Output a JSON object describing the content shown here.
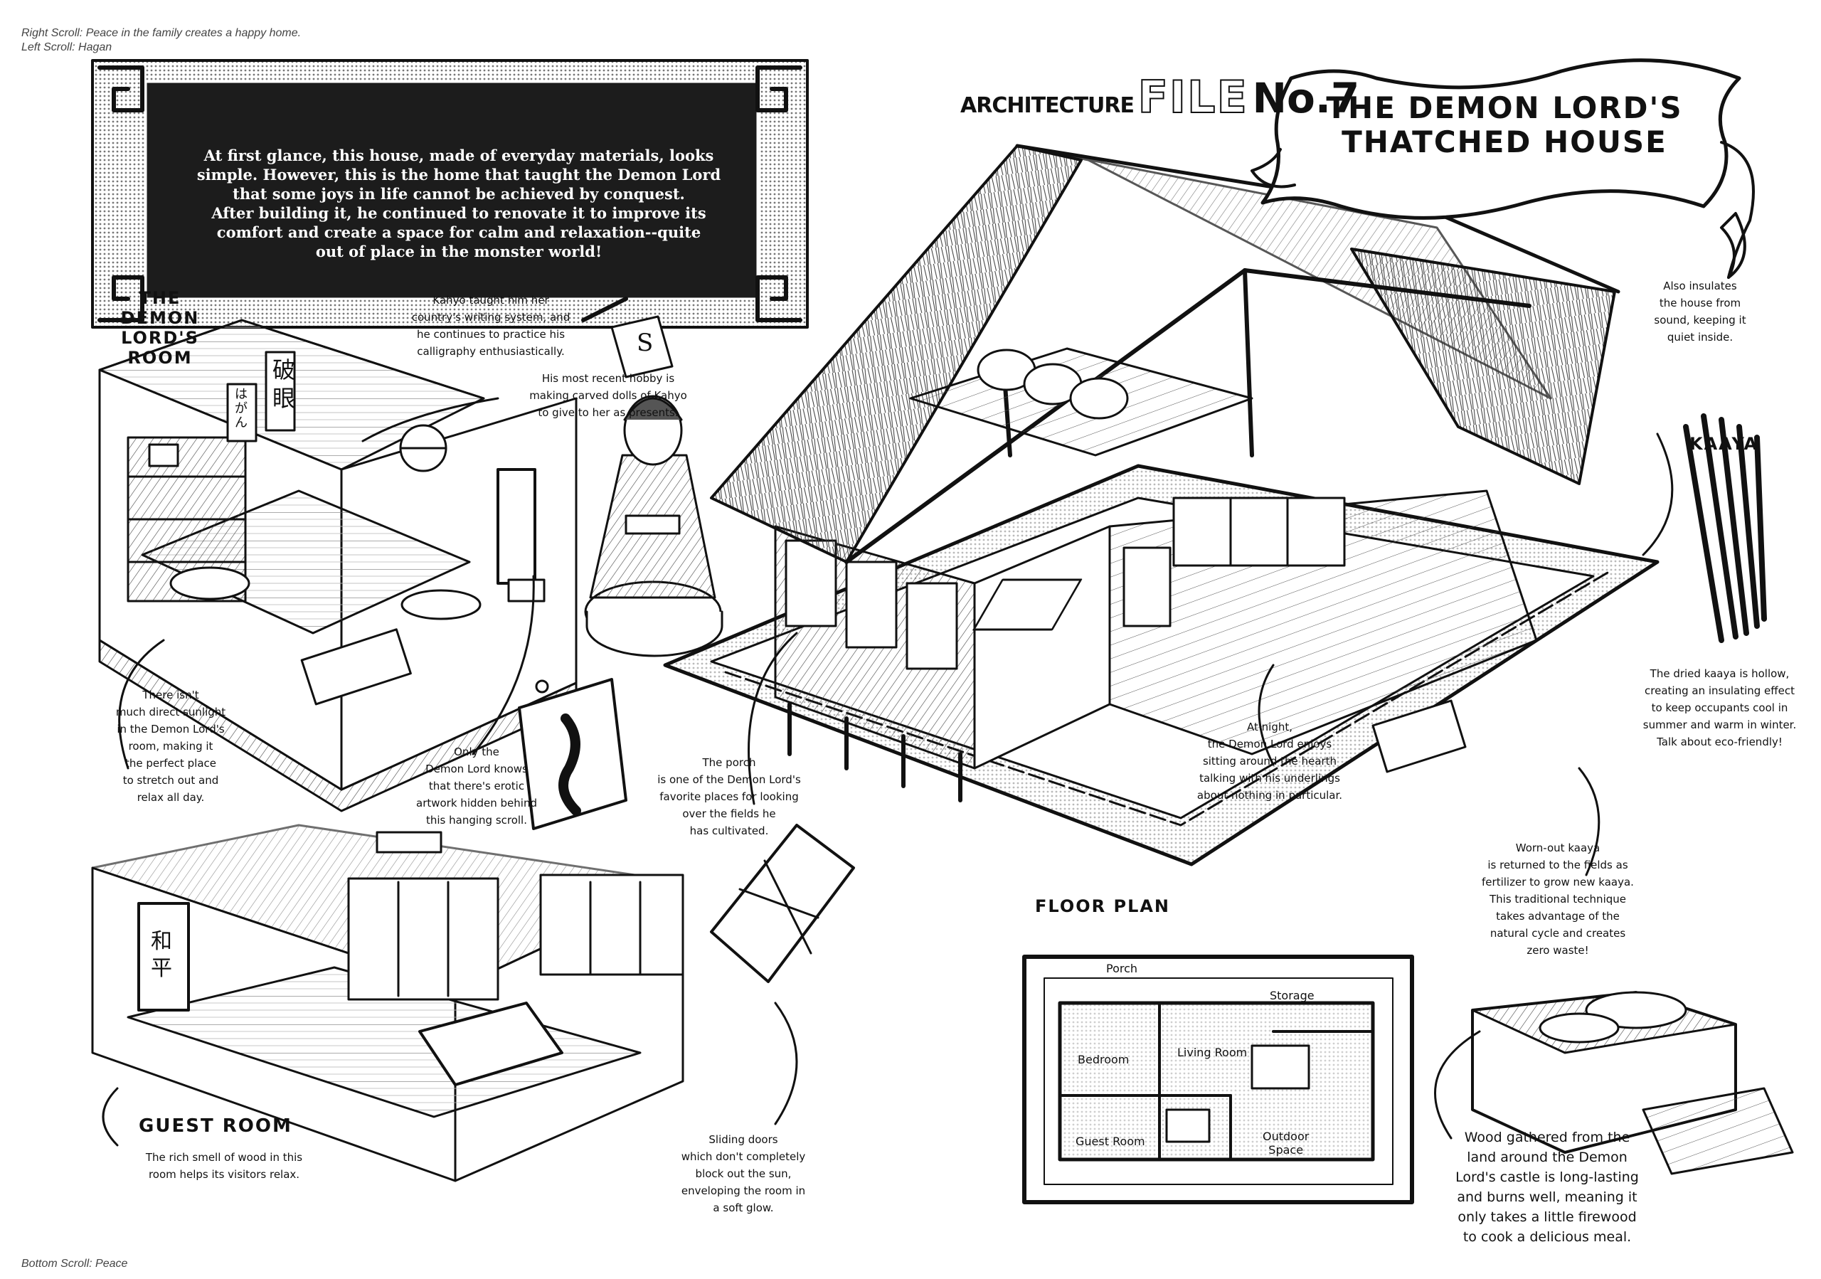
{
  "translation_notes": {
    "right_scroll": "Right Scroll: Peace in the family creates a happy home.",
    "left_scroll": "Left Scroll: Hagan",
    "bottom_scroll": "Bottom Scroll: Peace"
  },
  "intro_lines": [
    "At first glance, this house, made of everyday materials, looks",
    "simple. However, this is the home that taught the Demon Lord",
    "that some joys in life cannot be achieved by conquest.",
    "After building it, he continued to renovate it to improve its",
    "comfort and create a space for calm and relaxation--quite",
    "out of place in the monster world!"
  ],
  "file_label": {
    "prefix": "ARCHITECTURE",
    "file": "FILE",
    "number": "No.7"
  },
  "banner_title": [
    "THE DEMON LORD'S",
    "THATCHED HOUSE"
  ],
  "sections": {
    "demon_lord_room": [
      "THE",
      "DEMON LORD'S",
      "ROOM"
    ],
    "guest_room": "GUEST ROOM",
    "floor_plan": "FLOOR PLAN",
    "kaaya": "KAAYA"
  },
  "notes": {
    "calligraphy": [
      "Kahyo taught him her",
      "country's writing system, and",
      "he continues to practice his",
      "calligraphy enthusiastically."
    ],
    "hobby": [
      "His most recent hobby is",
      "making carved dolls of Kahyo",
      "to give to her as presents."
    ],
    "sunlight": [
      "There isn't",
      "much direct sunlight",
      "in the Demon Lord's",
      "room, making it",
      "the perfect place",
      "to stretch out and",
      "relax all day."
    ],
    "scroll": [
      "Only the",
      "Demon Lord knows",
      "that there's erotic",
      "artwork hidden behind",
      "this hanging scroll."
    ],
    "porch": [
      "The porch",
      "is one of the Demon Lord's",
      "favorite places for looking",
      "over the fields he",
      "has cultivated."
    ],
    "hearth": [
      "At night,",
      "the Demon Lord enjoys",
      "sitting around the hearth",
      "talking with his underlings",
      "about nothing in particular."
    ],
    "insulate": [
      "Also insulates",
      "the house from",
      "sound, keeping it",
      "quiet inside."
    ],
    "kaaya_hollow": [
      "The dried kaaya is hollow,",
      "creating an insulating effect",
      "to keep occupants cool in",
      "summer and warm in winter.",
      "Talk about eco-friendly!"
    ],
    "worn_kaaya": [
      "Worn-out kaaya",
      "is returned to the fields as",
      "fertilizer to grow new kaaya.",
      "This traditional technique",
      "takes advantage of the",
      "natural cycle and creates",
      "zero waste!"
    ],
    "wood_smell": [
      "The rich smell of wood in this",
      "room helps its visitors relax."
    ],
    "sliding_doors": [
      "Sliding doors",
      "which don't completely",
      "block out the sun,",
      "enveloping the room in",
      "a soft glow."
    ],
    "firewood": [
      "Wood gathered from the",
      "land around the Demon",
      "Lord's castle is long-lasting",
      "and burns well, meaning it",
      "only takes a little firewood",
      "to cook a delicious meal."
    ]
  },
  "floor_plan": {
    "porch": "Porch",
    "storage": "Storage",
    "bedroom": "Bedroom",
    "living_room": "Living Room",
    "guest_room": "Guest Room",
    "outdoor_space": [
      "Outdoor",
      "Space"
    ]
  },
  "scroll_glyphs": {
    "right_scroll_kanji": [
      "破",
      "眼"
    ],
    "left_scroll_kana": [
      "は",
      "が",
      "ん"
    ],
    "bottom_scroll_kanji": [
      "和",
      "平"
    ],
    "practice_paper": "S"
  },
  "colors": {
    "ink": "#111111",
    "panel": "#1c1c1c",
    "paper": "#ffffff",
    "screentone": "#9a9a9a"
  }
}
